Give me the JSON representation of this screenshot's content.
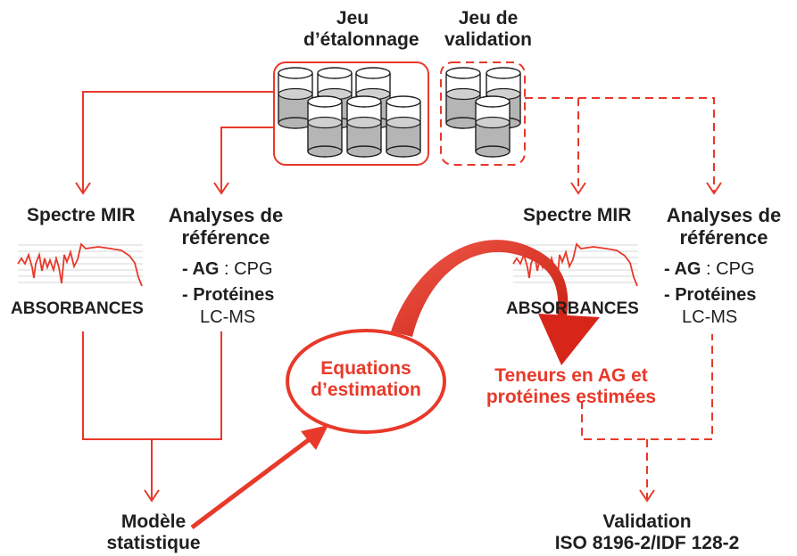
{
  "calibration_set": {
    "line1": "Jeu",
    "line2": "d’étalonnage"
  },
  "validation_set": {
    "line1": "Jeu de",
    "line2": "validation"
  },
  "left": {
    "spectrum_title": "Spectre MIR",
    "absorbance_label": "ABSORBANCES",
    "reference_line1": "Analyses de",
    "reference_line2": "référence",
    "ag_prefix": "- AG",
    "ag_method": " : CPG",
    "protein_prefix": "- Protéines",
    "protein_method": "LC-MS",
    "model_line1": "Modèle",
    "model_line2": "statistique"
  },
  "right": {
    "spectrum_title": "Spectre MIR",
    "absorbance_label": "ABSORBANCES",
    "reference_line1": "Analyses de",
    "reference_line2": "référence",
    "ag_prefix": "- AG",
    "ag_method": " : CPG",
    "protein_prefix": "- Protéines",
    "protein_method": "LC-MS",
    "validation_line1": "Validation",
    "validation_line2": "ISO 8196-2/IDF 128-2"
  },
  "equations": {
    "line1": "Equations",
    "line2": "d’estimation"
  },
  "estimated": {
    "line1": "Teneurs en AG et",
    "line2": "protéines estimées"
  },
  "colors": {
    "accent_red": "#e8392a",
    "text_dark": "#1f1f1f",
    "tube_gray": "#b5b5b5"
  }
}
